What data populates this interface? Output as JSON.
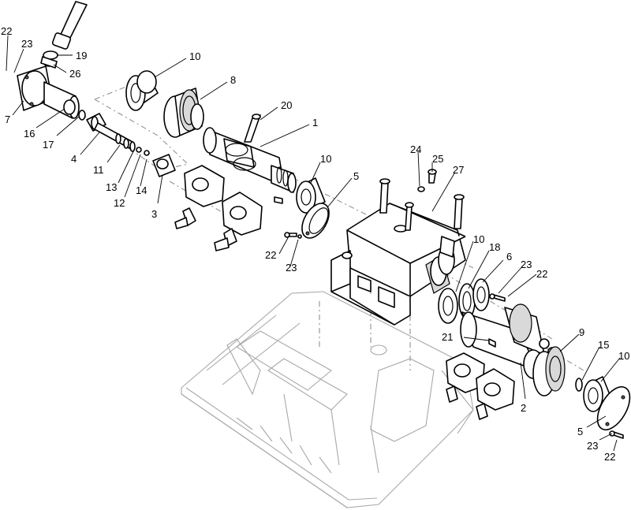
{
  "callouts": [
    {
      "id": "c22a",
      "label": "22"
    },
    {
      "id": "c23a",
      "label": "23"
    },
    {
      "id": "c19",
      "label": "19"
    },
    {
      "id": "c26",
      "label": "26"
    },
    {
      "id": "c7",
      "label": "7"
    },
    {
      "id": "c16",
      "label": "16"
    },
    {
      "id": "c17",
      "label": "17"
    },
    {
      "id": "c4",
      "label": "4"
    },
    {
      "id": "c11",
      "label": "11"
    },
    {
      "id": "c13",
      "label": "13"
    },
    {
      "id": "c12",
      "label": "12"
    },
    {
      "id": "c14",
      "label": "14"
    },
    {
      "id": "c3",
      "label": "3"
    },
    {
      "id": "c10a",
      "label": "10"
    },
    {
      "id": "c8",
      "label": "8"
    },
    {
      "id": "c20",
      "label": "20"
    },
    {
      "id": "c1",
      "label": "1"
    },
    {
      "id": "c10b",
      "label": "10"
    },
    {
      "id": "c5a",
      "label": "5"
    },
    {
      "id": "c24",
      "label": "24"
    },
    {
      "id": "c25",
      "label": "25"
    },
    {
      "id": "c27",
      "label": "27"
    },
    {
      "id": "c22b",
      "label": "22"
    },
    {
      "id": "c23b",
      "label": "23"
    },
    {
      "id": "c10c",
      "label": "10"
    },
    {
      "id": "c18",
      "label": "18"
    },
    {
      "id": "c6",
      "label": "6"
    },
    {
      "id": "c23c",
      "label": "23"
    },
    {
      "id": "c22c",
      "label": "22"
    },
    {
      "id": "c21",
      "label": "21"
    },
    {
      "id": "c9",
      "label": "9"
    },
    {
      "id": "c15",
      "label": "15"
    },
    {
      "id": "c10d",
      "label": "10"
    },
    {
      "id": "c2",
      "label": "2"
    },
    {
      "id": "c5b",
      "label": "5"
    },
    {
      "id": "c23d",
      "label": "23"
    },
    {
      "id": "c22d",
      "label": "22"
    }
  ]
}
